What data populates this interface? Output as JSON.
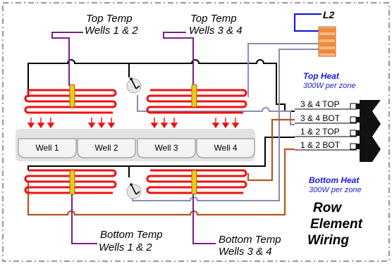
{
  "sensors": {
    "top_12": {
      "line1": "Top Temp",
      "line2": "Wells 1 & 2"
    },
    "top_34": {
      "line1": "Top Temp",
      "line2": "Wells 3 & 4"
    },
    "bottom_12": {
      "line1": "Bottom Temp",
      "line2": "Wells 1 & 2"
    },
    "bottom_34": {
      "line1": "Bottom Temp",
      "line2": "Wells 3 & 4"
    }
  },
  "wells": [
    "Well 1",
    "Well 2",
    "Well 3",
    "Well 4"
  ],
  "supply": {
    "label": "L2"
  },
  "top_heat": {
    "title": "Top Heat",
    "subtitle": "300W per zone"
  },
  "bottom_heat": {
    "title": "Bottom Heat",
    "subtitle": "300W per zone"
  },
  "terminals": [
    "3 & 4 TOP",
    "3 & 4 BOT",
    "1 & 2 TOP",
    "1 & 2 BOT"
  ],
  "caption": {
    "line1": "Row",
    "line2": "Element",
    "line3": "Wiring"
  },
  "colors": {
    "element": "#ee1111",
    "sensor_lead": "#7b1d8c",
    "sensor_probe": "#f2c81b",
    "supply_wire": "#1a1ad6",
    "common_wire": "#000000",
    "top_return_wire": "#8c8cb4",
    "bottom_wire": "#b4561c",
    "connector": "#f08a3a",
    "well_fill": "#ececec"
  }
}
